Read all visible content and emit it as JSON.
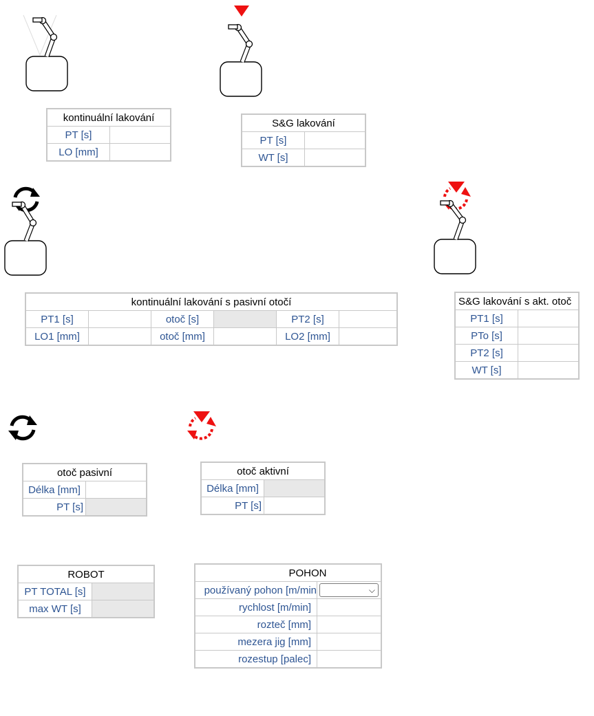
{
  "icons": {
    "robot_continuous": "robot-arm-with-spray-cone-icon",
    "robot_stop_go": "robot-arm-with-stop-marker-icon",
    "robot_passive_rotation": "robot-arm-with-rotation-icon",
    "robot_active_rotation": "robot-arm-with-active-rotation-icon",
    "rotation_passive": "rotation-arrows-icon",
    "rotation_active": "active-rotation-arrows-icon"
  },
  "colors": {
    "label_blue": "#2e5593",
    "marker_red": "#ee1111",
    "border_gray": "#c8c8c8",
    "readonly_gray": "#e8e8e8"
  },
  "continuous": {
    "title": "kontinuální lakování",
    "rows": [
      {
        "label": "PT [s]",
        "value": ""
      },
      {
        "label": "LO [mm]",
        "value": ""
      }
    ]
  },
  "stop_go": {
    "title": "S&G lakování",
    "rows": [
      {
        "label": "PT [s]",
        "value": ""
      },
      {
        "label": "WT [s]",
        "value": ""
      }
    ]
  },
  "continuous_passive": {
    "title": "kontinuální lakování s pasivní otočí",
    "row1": {
      "a": "PT1 [s]",
      "b": "otoč [s]",
      "c": "PT2 [s]"
    },
    "row2": {
      "a": "LO1 [mm]",
      "b": "otoč [mm]",
      "c": "LO2 [mm]"
    }
  },
  "stop_go_active": {
    "title": "S&G lakování s akt. otoč",
    "rows": [
      {
        "label": "PT1 [s]",
        "value": ""
      },
      {
        "label": "PTo [s]",
        "value": ""
      },
      {
        "label": "PT2 [s]",
        "value": ""
      },
      {
        "label": "WT [s]",
        "value": ""
      }
    ]
  },
  "rotation_passive": {
    "title": "otoč pasivní",
    "rows": [
      {
        "label": "Délka [mm]",
        "value": ""
      },
      {
        "label": "PT [s]",
        "value": ""
      }
    ]
  },
  "rotation_active": {
    "title": "otoč aktivní",
    "rows": [
      {
        "label": "Délka [mm]",
        "value": ""
      },
      {
        "label": "PT [s]",
        "value": ""
      }
    ]
  },
  "robot": {
    "title": "ROBOT",
    "rows": [
      {
        "label": "PT TOTAL [s]",
        "value": ""
      },
      {
        "label": "max WT [s]",
        "value": ""
      }
    ]
  },
  "drive": {
    "title": "POHON",
    "select_label": "používaný pohon [m/min",
    "select_value": "",
    "rows": [
      {
        "label": "rychlost [m/min]",
        "value": ""
      },
      {
        "label": "rozteč [mm]",
        "value": ""
      },
      {
        "label": "mezera jig [mm]",
        "value": ""
      },
      {
        "label": "rozestup [palec]",
        "value": ""
      }
    ]
  }
}
